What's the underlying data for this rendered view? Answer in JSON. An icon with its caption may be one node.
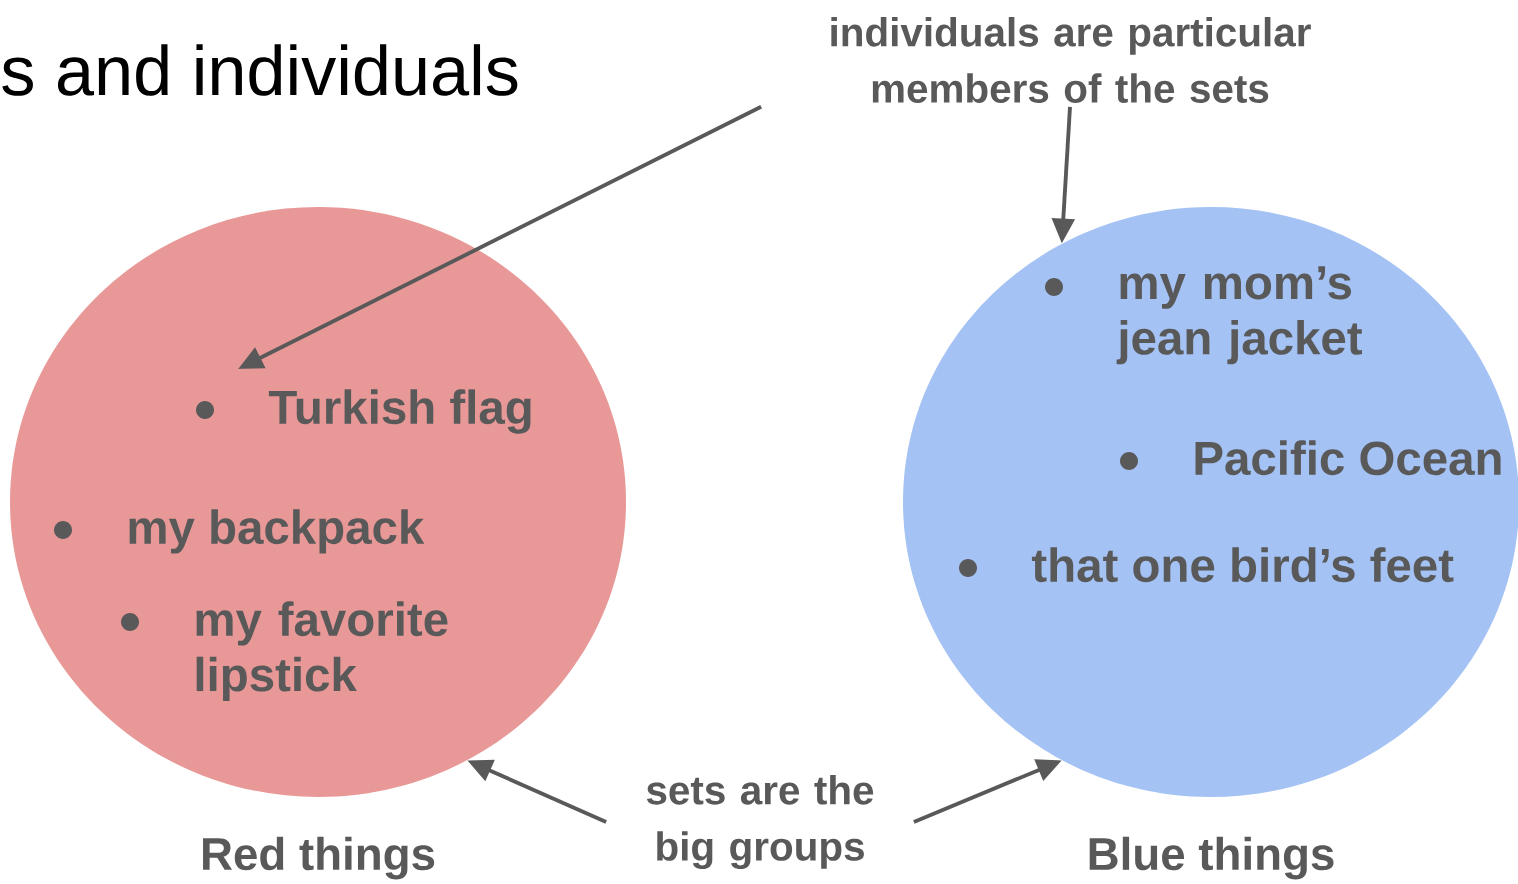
{
  "diagram": {
    "title": "s and individuals",
    "nodes": [
      {
        "text": [
          "Red things"
        ]
      },
      {
        "text": [
          "Turkish flag"
        ],
        "in": 0
      },
      {
        "text": [
          "my backpack"
        ],
        "in": 0
      },
      {
        "text": [
          "my favorite lipstick"
        ],
        "in": 0
      },
      {
        "text": [
          "Blue things"
        ]
      },
      {
        "text": [
          "my mom’s jean jacket"
        ],
        "in": 4
      },
      {
        "text": [
          "Pacific Ocean"
        ],
        "in": 4
      },
      {
        "text": [
          "that one bird’s feet"
        ],
        "in": 4
      },
      {
        "text": [
          "individuals are particular members of the sets"
        ]
      },
      {
        "text": [
          "sets are the big groups"
        ]
      }
    ],
    "edges": [
      {
        "from": 8,
        "to": 1,
        "arrow": "to"
      },
      {
        "from": 8,
        "to": 4,
        "arrow": "to"
      },
      {
        "from": 9,
        "to": 0,
        "arrow": "to"
      },
      {
        "from": 9,
        "to": 4,
        "arrow": "to"
      }
    ]
  }
}
